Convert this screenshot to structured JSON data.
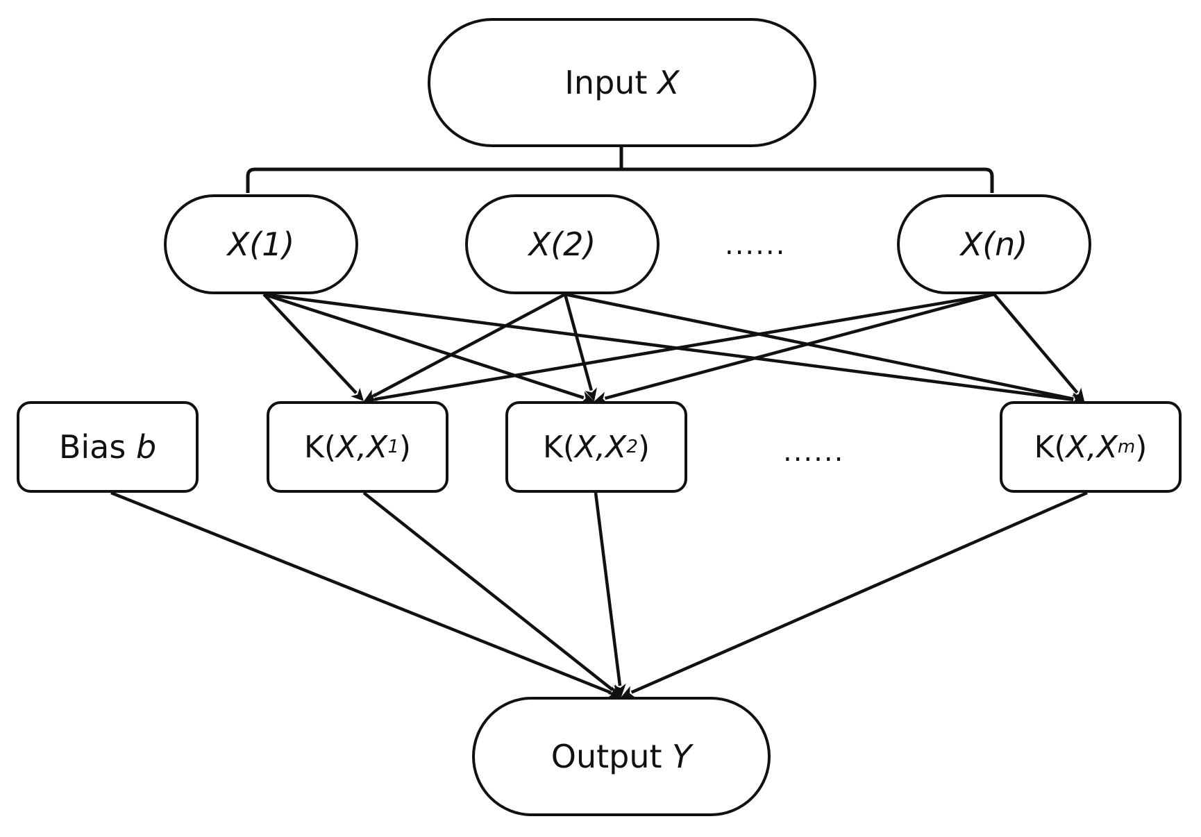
{
  "input": {
    "prefix": "Input",
    "var": "X"
  },
  "features": [
    {
      "text": "X(1)"
    },
    {
      "text": "X(2)"
    },
    {
      "text": "X(n)"
    }
  ],
  "features_ellipsis": "......",
  "bias": {
    "prefix": "Bias",
    "var": "b"
  },
  "kernels": [
    {
      "open": "K(",
      "x": "X",
      "sep": ",",
      "xs": "X",
      "sub": "1",
      "close": ")"
    },
    {
      "open": "K(",
      "x": "X",
      "sep": ",",
      "xs": "X",
      "sub": "2",
      "close": ")"
    },
    {
      "open": "K(",
      "x": "X",
      "sep": ",",
      "xs": "X",
      "sub": "m",
      "close": ")"
    }
  ],
  "kernels_ellipsis": "......",
  "output": {
    "prefix": "Output",
    "var": "Y"
  }
}
